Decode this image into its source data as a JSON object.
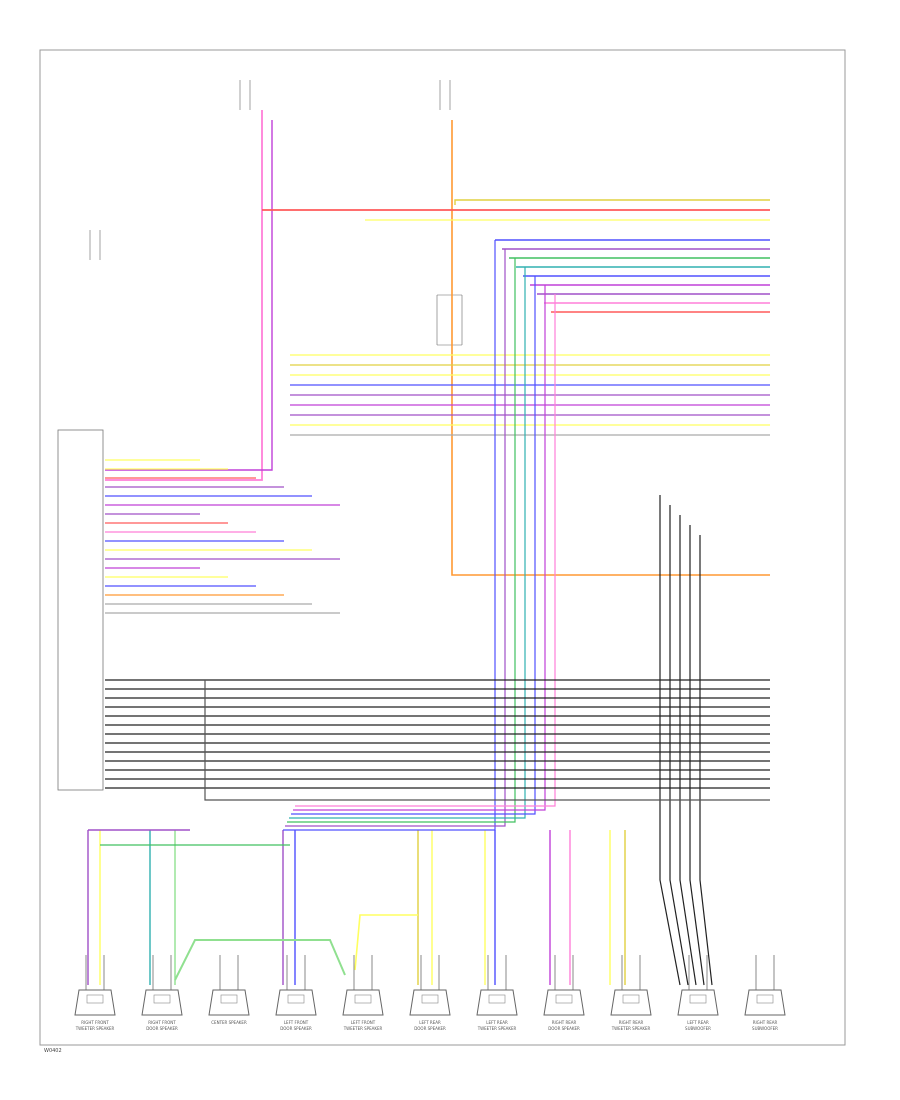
{
  "diagram": {
    "page_label": "W0402",
    "colors": {
      "red": "#ff5a5a",
      "pink": "#ff7fd8",
      "magenta": "#c040d8",
      "purple": "#a050c8",
      "blue": "#5050ff",
      "green": "#40c060",
      "lightgreen": "#90e090",
      "yellow": "#ffff60",
      "darkyellow": "#e0d040",
      "orange": "#ff9933",
      "teal": "#30b0b0",
      "black": "#222222",
      "gray": "#aaaaaa"
    },
    "speakers": [
      {
        "label": "RIGHT FRONT TWEETER SPEAKER"
      },
      {
        "label": "RIGHT FRONT DOOR SPEAKER"
      },
      {
        "label": "CENTER SPEAKER"
      },
      {
        "label": "LEFT FRONT DOOR SPEAKER"
      },
      {
        "label": "LEFT FRONT TWEETER SPEAKER"
      },
      {
        "label": "LEFT REAR DOOR SPEAKER"
      },
      {
        "label": "LEFT REAR TWEETER SPEAKER"
      },
      {
        "label": "RIGHT REAR DOOR SPEAKER"
      },
      {
        "label": "RIGHT REAR TWEETER SPEAKER"
      },
      {
        "label": "LEFT REAR SUBWOOFER"
      },
      {
        "label": "RIGHT REAR SUBWOOFER"
      }
    ]
  }
}
